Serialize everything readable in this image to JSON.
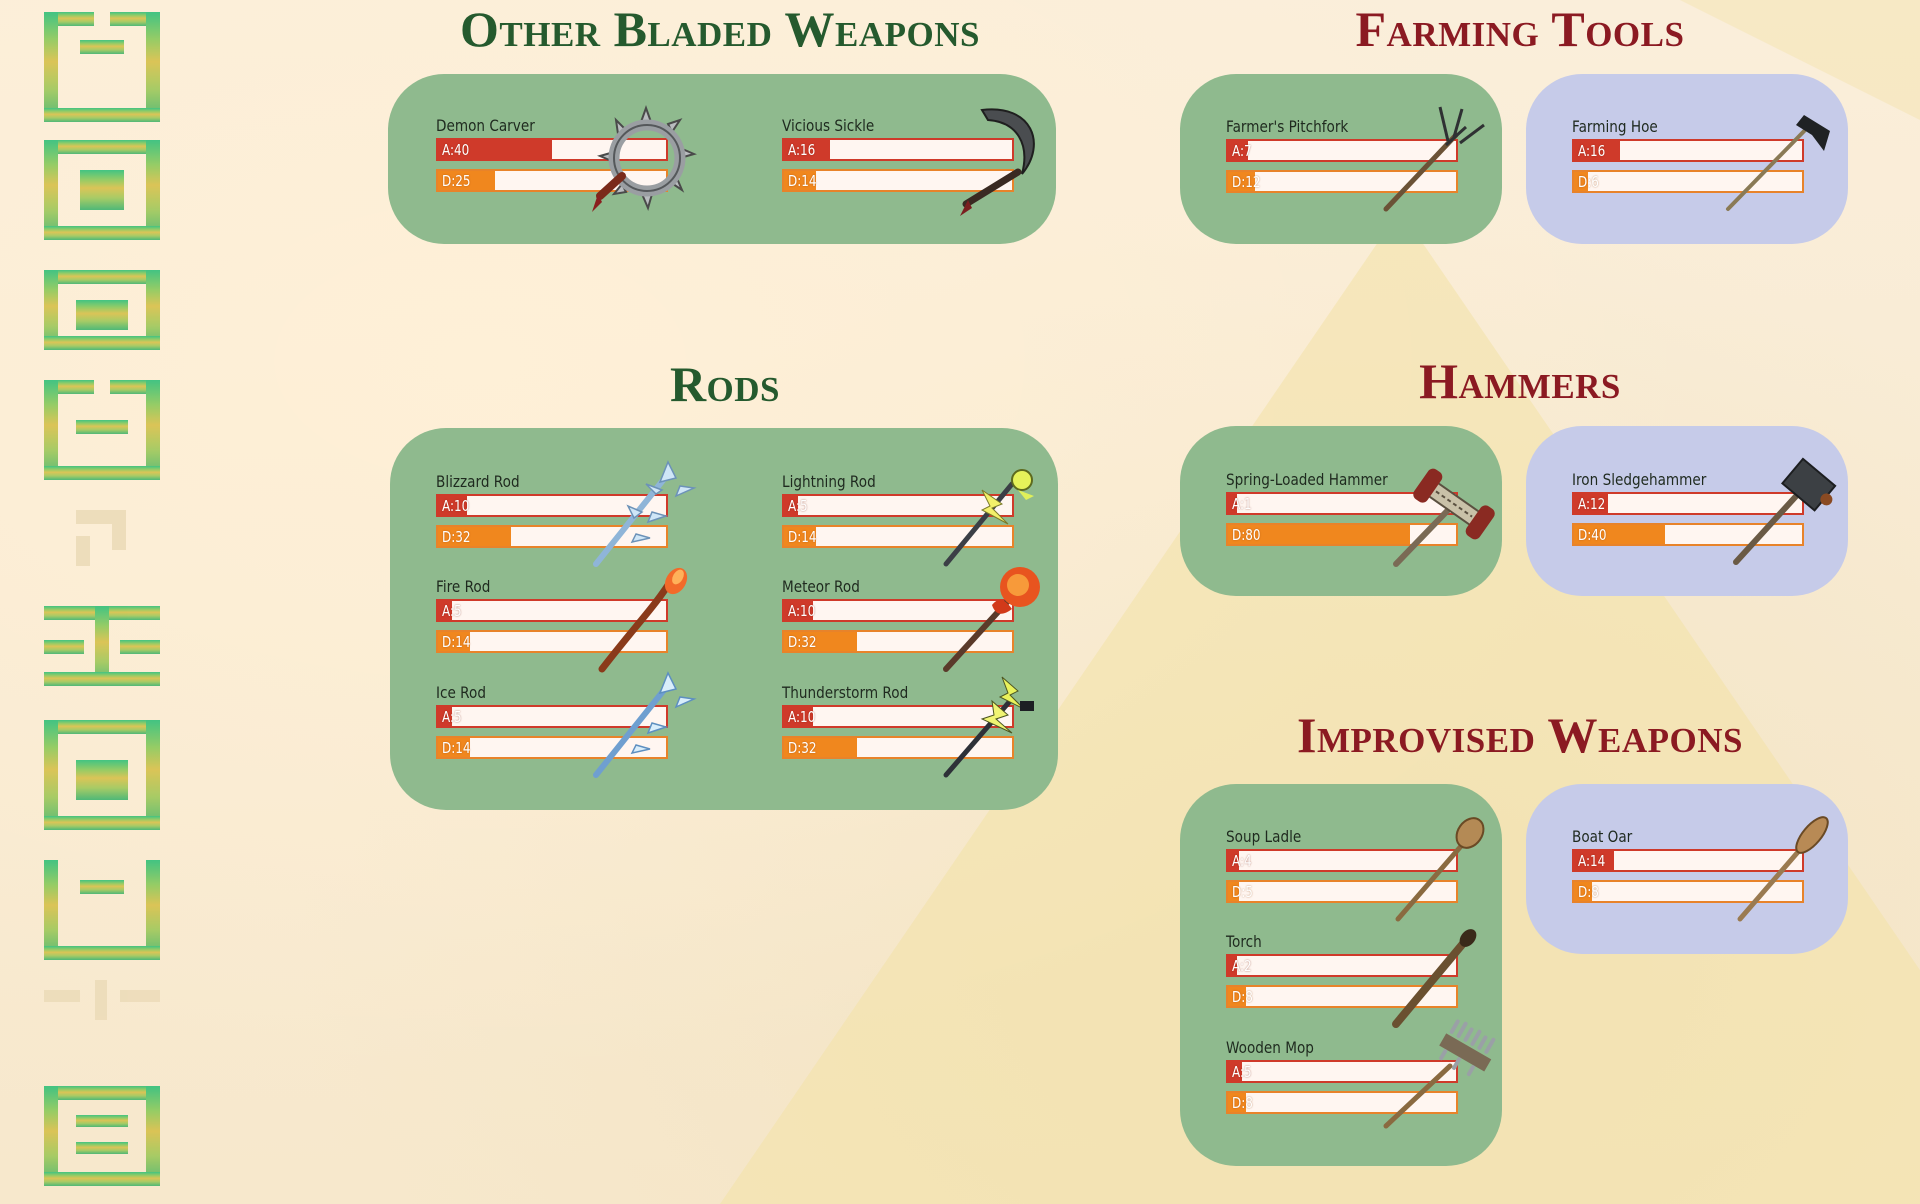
{
  "sections": {
    "other_bladed": {
      "title": "Other Bladed Weapons",
      "items": [
        {
          "name": "Demon Carver",
          "attack_label": "A:40",
          "durability_label": "D:25",
          "attack": 40,
          "durability": 25,
          "icon": "spiked-ring-blade-icon"
        },
        {
          "name": "Vicious Sickle",
          "attack_label": "A:16",
          "durability_label": "D:14",
          "attack": 16,
          "durability": 14,
          "icon": "sickle-icon"
        }
      ]
    },
    "farming_tools": {
      "title": "Farming Tools",
      "items": [
        {
          "name": "Farmer's Pitchfork",
          "attack_label": "A:7",
          "durability_label": "D:12",
          "attack": 7,
          "durability": 12,
          "icon": "pitchfork-icon"
        },
        {
          "name": "Farming Hoe",
          "attack_label": "A:16",
          "durability_label": "D:6",
          "attack": 16,
          "durability": 6,
          "icon": "hoe-icon"
        }
      ]
    },
    "rods": {
      "title": "Rods",
      "items": [
        {
          "name": "Blizzard Rod",
          "attack_label": "A:10",
          "durability_label": "D:32",
          "attack": 10,
          "durability": 32,
          "icon": "blizzard-rod-icon"
        },
        {
          "name": "Lightning Rod",
          "attack_label": "A:5",
          "durability_label": "D:14",
          "attack": 5,
          "durability": 14,
          "icon": "lightning-rod-icon"
        },
        {
          "name": "Fire Rod",
          "attack_label": "A:5",
          "durability_label": "D:14",
          "attack": 5,
          "durability": 14,
          "icon": "fire-rod-icon"
        },
        {
          "name": "Meteor Rod",
          "attack_label": "A:10",
          "durability_label": "D:32",
          "attack": 10,
          "durability": 32,
          "icon": "meteor-rod-icon"
        },
        {
          "name": "Ice Rod",
          "attack_label": "A:5",
          "durability_label": "D:14",
          "attack": 5,
          "durability": 14,
          "icon": "ice-rod-icon"
        },
        {
          "name": "Thunderstorm Rod",
          "attack_label": "A:10",
          "durability_label": "D:32",
          "attack": 10,
          "durability": 32,
          "icon": "thunderstorm-rod-icon"
        }
      ]
    },
    "hammers": {
      "title": "Hammers",
      "items": [
        {
          "name": "Spring-Loaded Hammer",
          "attack_label": "A:1",
          "durability_label": "D:80",
          "attack": 1,
          "durability": 80,
          "icon": "spring-hammer-icon"
        },
        {
          "name": "Iron Sledgehammer",
          "attack_label": "A:12",
          "durability_label": "D:40",
          "attack": 12,
          "durability": 40,
          "icon": "sledgehammer-icon"
        }
      ]
    },
    "improvised": {
      "title": "Improvised Weapons",
      "items": [
        {
          "name": "Soup Ladle",
          "attack_label": "A:4",
          "durability_label": "D:5",
          "attack": 4,
          "durability": 5,
          "icon": "ladle-icon"
        },
        {
          "name": "Boat Oar",
          "attack_label": "A:14",
          "durability_label": "D:8",
          "attack": 14,
          "durability": 8,
          "icon": "oar-icon"
        },
        {
          "name": "Torch",
          "attack_label": "A:2",
          "durability_label": "D:8",
          "attack": 2,
          "durability": 8,
          "icon": "torch-icon"
        },
        {
          "name": "Wooden Mop",
          "attack_label": "A:5",
          "durability_label": "D:8",
          "attack": 5,
          "durability": 8,
          "icon": "mop-icon"
        }
      ]
    }
  },
  "scale": {
    "attack_max": 80,
    "durability_max": 100
  },
  "colors": {
    "panel_green": "#8fba8e",
    "panel_blue": "#c6cbe9",
    "attack": "#cf3a2a",
    "durability": "#f0871e",
    "title_green": "#255a2e",
    "title_red": "#8b1a22"
  }
}
